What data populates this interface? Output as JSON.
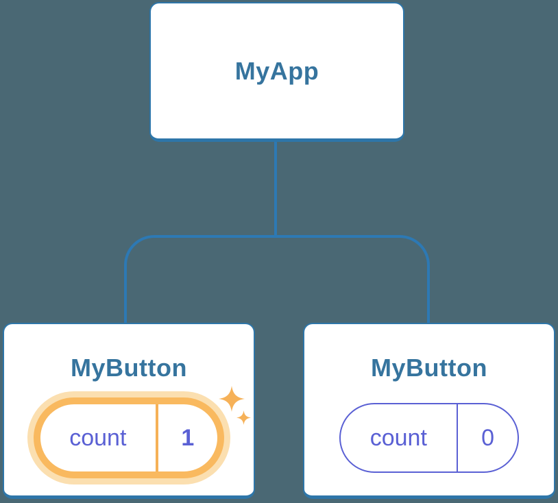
{
  "colors": {
    "background": "#4A6874",
    "line": "#2D79B4",
    "card_border": "#2E76A9",
    "card_bg": "#FFFFFF",
    "title_text": "#36749E",
    "purple": "#5A60D4",
    "orange": "#F9B95F",
    "orange_halo": "#FBDFB0",
    "orange_divider": "#F5B157",
    "sparkle": "#F6B158"
  },
  "tree": {
    "root": {
      "title": "MyApp"
    },
    "children": [
      {
        "title": "MyButton",
        "state_label": "count",
        "state_value": "1",
        "highlighted": true
      },
      {
        "title": "MyButton",
        "state_label": "count",
        "state_value": "0",
        "highlighted": false
      }
    ]
  }
}
